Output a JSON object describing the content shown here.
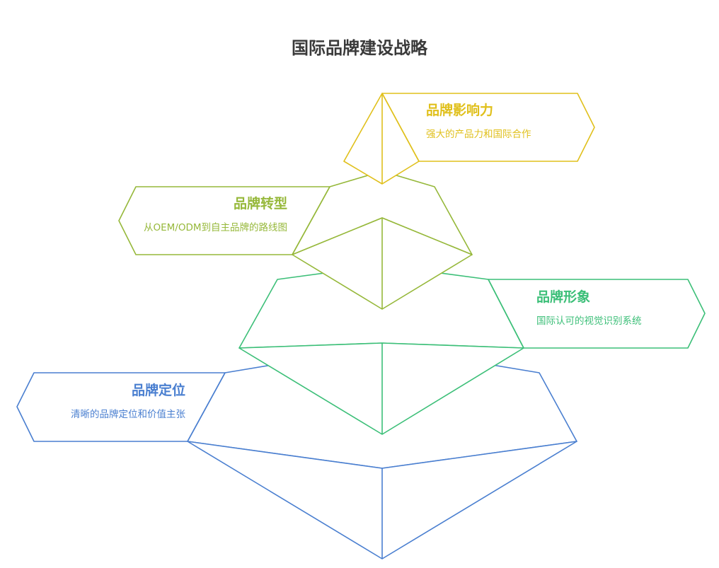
{
  "title": "国际品牌建设战略",
  "colors": {
    "influence": "#e0c01c",
    "transform": "#96b83a",
    "image": "#3cbf78",
    "position": "#4a7fd0",
    "title": "#3a3a3a"
  },
  "levels": [
    {
      "key": "influence",
      "title": "品牌影响力",
      "desc": "强大的产品力和国际合作"
    },
    {
      "key": "transform",
      "title": "品牌转型",
      "desc": "从OEM/ODM到自主品牌的路线图"
    },
    {
      "key": "image",
      "title": "品牌形象",
      "desc": "国际认可的视觉识别系统"
    },
    {
      "key": "position",
      "title": "品牌定位",
      "desc": "清晰的品牌定位和价值主张"
    }
  ]
}
